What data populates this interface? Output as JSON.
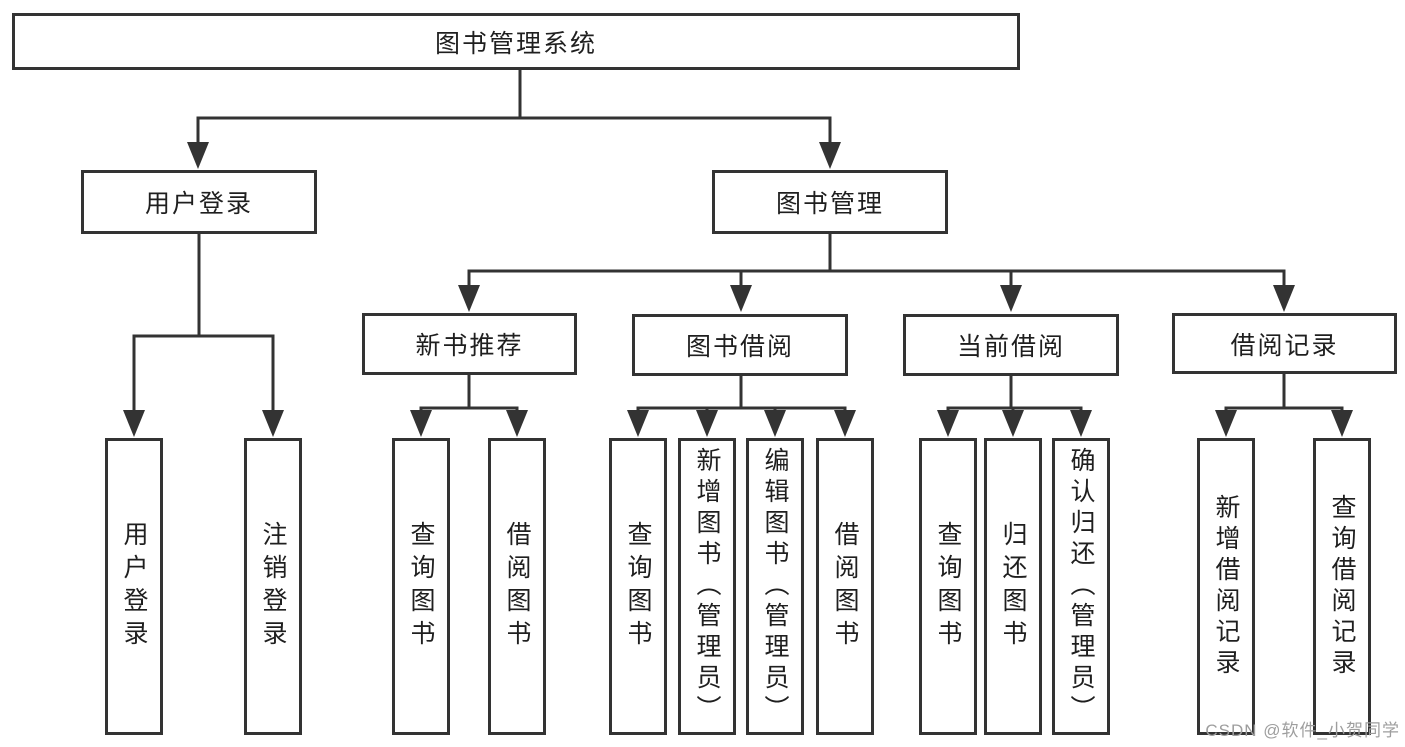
{
  "tree": {
    "label": "图书管理系统",
    "children": [
      {
        "label": "用户登录",
        "children": [
          {
            "label": "用户登录"
          },
          {
            "label": "注销登录"
          }
        ]
      },
      {
        "label": "图书管理",
        "children": [
          {
            "label": "新书推荐",
            "children": [
              {
                "label": "查询图书"
              },
              {
                "label": "借阅图书"
              }
            ]
          },
          {
            "label": "图书借阅",
            "children": [
              {
                "label": "查询图书"
              },
              {
                "label": "新增图书（管理员）"
              },
              {
                "label": "编辑图书（管理员）"
              },
              {
                "label": "借阅图书"
              }
            ]
          },
          {
            "label": "当前借阅",
            "children": [
              {
                "label": "查询图书"
              },
              {
                "label": "归还图书"
              },
              {
                "label": "确认归还（管理员）"
              }
            ]
          },
          {
            "label": "借阅记录",
            "children": [
              {
                "label": "新增借阅记录"
              },
              {
                "label": "查询借阅记录"
              }
            ]
          }
        ]
      }
    ]
  },
  "watermark": {
    "text": "CSDN @软件_小贺同学"
  },
  "style": {
    "line_color": "#333333",
    "text_color": "#1f1f1f",
    "background": "#ffffff",
    "watermark_color": "#9e9e9e"
  }
}
